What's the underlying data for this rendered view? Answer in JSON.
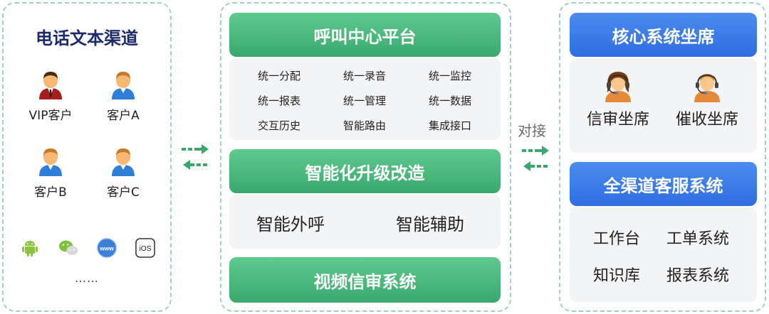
{
  "left": {
    "title": "电话文本渠道",
    "customers": [
      "VIP客户",
      "客户A",
      "客户B",
      "客户C"
    ],
    "apps": [
      "android-icon",
      "wechat-icon",
      "www-icon",
      "ios-icon"
    ],
    "ios_text": "iOS",
    "www_text": "www",
    "ellipsis": "……"
  },
  "middle": {
    "platform_title": "呼叫中心平台",
    "features": [
      [
        "统一分配",
        "统一录音",
        "统一监控"
      ],
      [
        "统一报表",
        "统一管理",
        "统一数据"
      ],
      [
        "交互历史",
        "智能路由",
        "集成接口"
      ]
    ],
    "upgrade_title": "智能化升级改造",
    "upgrade_items": [
      "智能外呼",
      "智能辅助"
    ],
    "video_title": "视频信审系统"
  },
  "connector": {
    "label": "对接"
  },
  "right": {
    "core_title": "核心系统坐席",
    "agents": [
      "信审坐席",
      "催收坐席"
    ],
    "omni_title": "全渠道客服系统",
    "omni_items": [
      "工作台",
      "工单系统",
      "知识库",
      "报表系统"
    ]
  },
  "colors": {
    "green": "#3aa86c",
    "blue": "#2f6ee0",
    "dash": "#9bd4b6",
    "navy": "#1b2a6b"
  }
}
